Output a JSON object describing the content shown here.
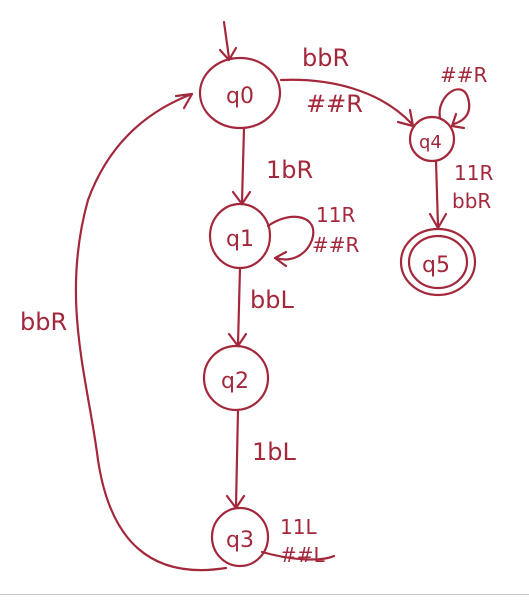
{
  "diagram": {
    "ink_color": "#a3283b",
    "states": [
      {
        "id": "q0",
        "label": "q0",
        "start": true,
        "accept": false
      },
      {
        "id": "q1",
        "label": "q1",
        "start": false,
        "accept": false
      },
      {
        "id": "q2",
        "label": "q2",
        "start": false,
        "accept": false
      },
      {
        "id": "q3",
        "label": "q3",
        "start": false,
        "accept": false
      },
      {
        "id": "q4",
        "label": "q4",
        "start": false,
        "accept": false
      },
      {
        "id": "q5",
        "label": "q5",
        "start": false,
        "accept": true
      }
    ],
    "transitions": {
      "q0_q4_top": "bbR",
      "q0_q4_bottom": "##R",
      "q0_q1": "1bR",
      "q1_loop_top": "11R",
      "q1_loop_bottom": "##R",
      "q1_q2": "bbL",
      "q2_q3": "1bL",
      "q3_loop_top": "11L",
      "q3_loop_bottom": "##L",
      "q3_q0": "bbR",
      "q4_loop": "##R",
      "q4_q5_top": "11R",
      "q4_q5_bottom": "bbR"
    }
  }
}
